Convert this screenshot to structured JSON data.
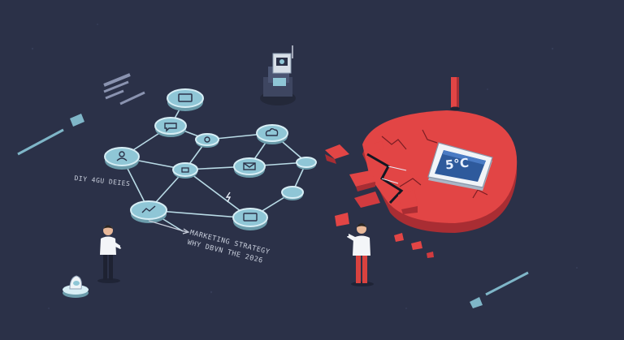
{
  "labels": {
    "left_caption": "DIY 4GU DEIES",
    "strategy_line1": "MARKETING STRATEGY",
    "strategy_line2": "WHY DBVN THE 2026"
  },
  "tablet": {
    "reading": "5°C"
  },
  "colors": {
    "background": "#2b3148",
    "node_fill": "#8fc6d6",
    "node_ring": "#d7eef5",
    "network_line": "#b9dbe6",
    "platform_red": "#e24545",
    "accent_teal": "#8fc6d6"
  },
  "icons": [
    "monitor-icon",
    "chat-icon",
    "gear-icon",
    "user-icon",
    "mail-icon",
    "cloud-icon",
    "chart-icon",
    "lock-icon"
  ]
}
